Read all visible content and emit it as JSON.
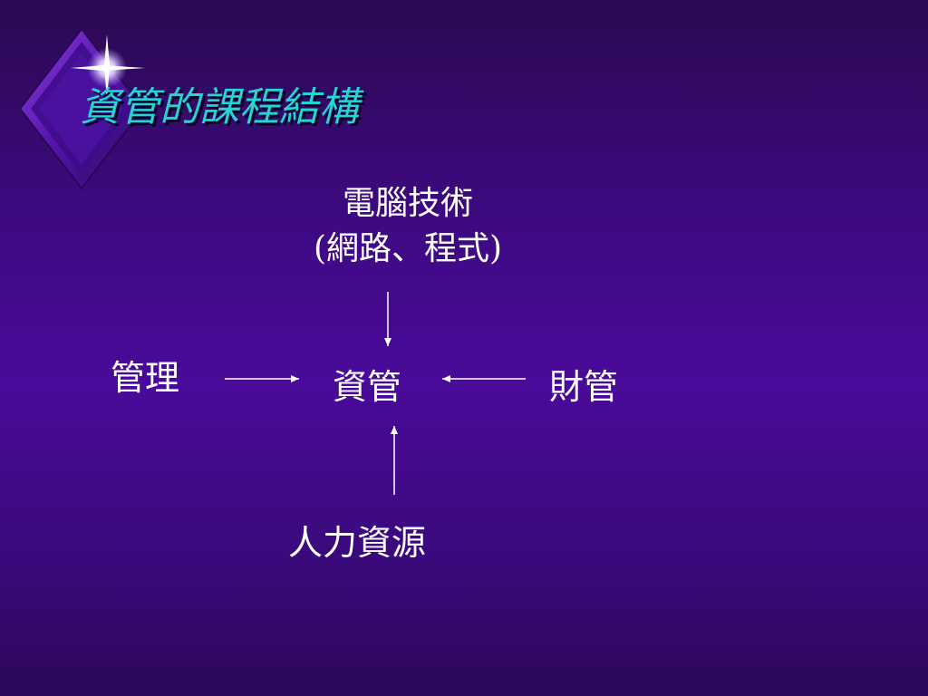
{
  "slide": {
    "title": "資管的課程結構"
  },
  "diagram": {
    "top_line1": "電腦技術",
    "top_line2": "(網路、程式)",
    "left": "管理",
    "center": "資管",
    "right": "財管",
    "bottom": "人力資源"
  },
  "colors": {
    "title": "#25d4d7",
    "text": "#ffffff",
    "background": "#3f0a86",
    "diamond": "#5a18b0"
  },
  "icons": {
    "decor": "diamond-sparkle-icon"
  }
}
